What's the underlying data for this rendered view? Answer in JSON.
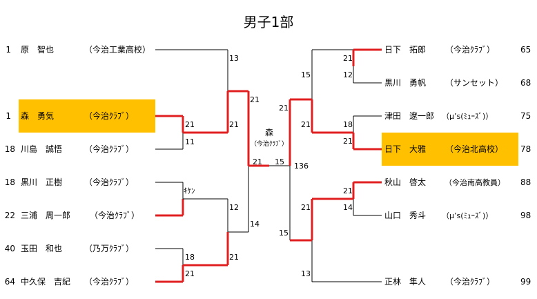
{
  "title": "男子1部",
  "colors": {
    "winner_line": "#e02020",
    "normal_line": "#000000",
    "highlight": "#ffc000"
  },
  "left_players": [
    {
      "seed": "1",
      "name": "原　智也",
      "club": "（今治工業高校）"
    },
    {
      "seed": "1",
      "name": "森　勇気",
      "club": "（今治ｸﾗﾌﾞ）"
    },
    {
      "seed": "18",
      "name": "川島　誠悟",
      "club": "（今治ｸﾗﾌﾞ）"
    },
    {
      "seed": "18",
      "name": "黒川　正樹",
      "club": "（今治ｸﾗﾌﾞ）"
    },
    {
      "seed": "22",
      "name": "三浦　周一郎",
      "club": "（今治ｸﾗﾌﾞ）"
    },
    {
      "seed": "40",
      "name": "玉田　和也",
      "club": "（乃万ｸﾗﾌﾞ）"
    },
    {
      "seed": "64",
      "name": "中久保　吉紀",
      "club": "（今治ｸﾗﾌﾞ）"
    }
  ],
  "right_players": [
    {
      "name": "日下　拓郎",
      "club": "（今治ｸﾗﾌﾞ）",
      "seed": "65"
    },
    {
      "name": "黒川　勇帆",
      "club": "（サンセット）",
      "seed": "68"
    },
    {
      "name": "津田　遼一郎",
      "club": "（μ’s(ﾐｭｰｽﾞ)）",
      "seed": "75"
    },
    {
      "name": "日下　大雅",
      "club": "（今治北高校）",
      "seed": "78"
    },
    {
      "name": "秋山　啓太",
      "club": "（今治南高教員）",
      "seed": "88"
    },
    {
      "name": "山口　秀斗",
      "club": "（μ’s(ﾐｭｰｽﾞ)）",
      "seed": "98"
    },
    {
      "name": "正林　隼人",
      "club": "（今治ｸﾗﾌﾞ）",
      "seed": "99"
    }
  ],
  "scores": {
    "l_r1_top": "21",
    "l_r1_bot": "11",
    "l_r1b_walkover": "ｷｹﾝ",
    "l_r1c_top": "18",
    "l_r1c_bot": "21",
    "l_r2a_top": "13",
    "l_r2a_bot": "21",
    "l_r2b_top": "12",
    "l_r2b_bot": "21",
    "l_sf_top": "21",
    "l_sf_bot": "14",
    "final_left": "21",
    "final_right": "15",
    "final_extra": "136",
    "r_r1a_top": "21",
    "r_r1a_bot": "12",
    "r_r1b_top": "18",
    "r_r1b_bot": "21",
    "r_r1c_top": "21",
    "r_r1c_bot": "14",
    "r_r2a_top": "15",
    "r_r2a_bot": "21",
    "r_r2b_top": "21",
    "r_r2b_bot": "13",
    "r_sf_top": "21",
    "r_sf_bot": "15"
  },
  "champion": {
    "name": "森",
    "club": "（今治ｸﾗﾌﾞ）"
  }
}
